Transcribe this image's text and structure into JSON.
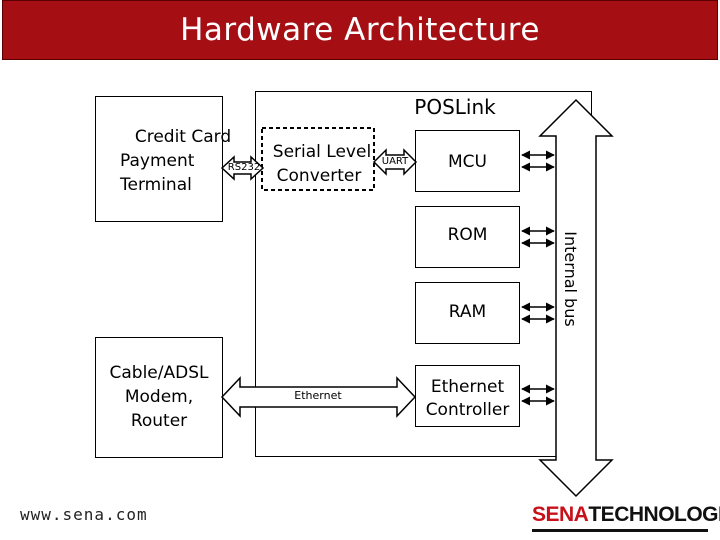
{
  "title": "Hardware Architecture",
  "poslink": {
    "label": "POSLink"
  },
  "terminal": {
    "lines": [
      "Credit Card",
      "Payment",
      "Terminal"
    ]
  },
  "modem": {
    "lines": [
      "Cable/ADSL",
      "Modem,",
      "Router"
    ]
  },
  "serial_converter": {
    "lines": [
      "Serial Level",
      "Converter"
    ]
  },
  "mcu": {
    "label": "MCU"
  },
  "rom": {
    "label": "ROM"
  },
  "ram": {
    "label": "RAM"
  },
  "ethernet_controller": {
    "lines": [
      "Ethernet",
      "Controller"
    ]
  },
  "links": {
    "rs232": "RS232",
    "uart": "UART",
    "ethernet": "Ethernet"
  },
  "internal_bus": {
    "label": "Internal bus"
  },
  "footer": {
    "url": "www.sena.com",
    "logo_brand": "SENA",
    "logo_suffix": "TECHNOLOGIES"
  },
  "colors": {
    "title_bg": "#a50f14",
    "logo_red": "#c8101a"
  }
}
